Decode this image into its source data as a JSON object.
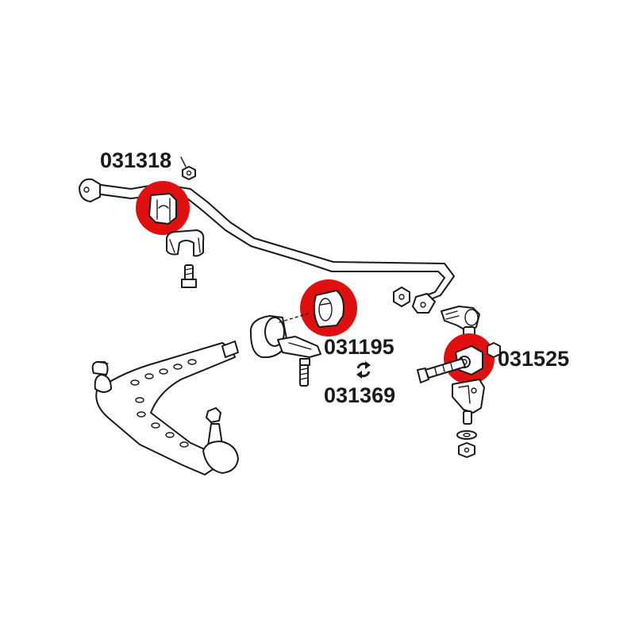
{
  "labels": {
    "part_031318": "031318",
    "part_031195": "031195",
    "part_031369": "031369",
    "part_031525": "031525"
  },
  "icons": {
    "alternative": "refresh-icon"
  },
  "colors": {
    "highlight": "#e01010",
    "line": "#1a1a1a",
    "background": "#ffffff"
  }
}
